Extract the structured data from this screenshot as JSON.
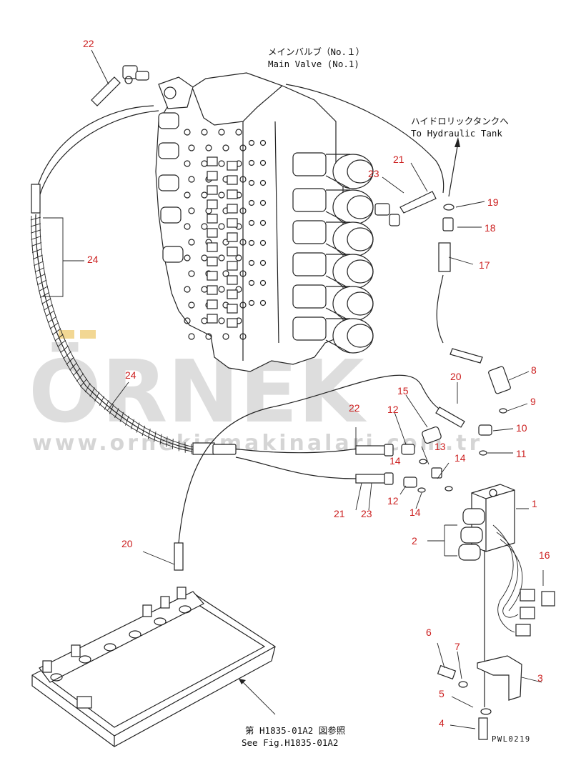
{
  "watermark": {
    "brand": "ÖRNEK",
    "url": "www.ornekismakinalari.com.tr"
  },
  "notes": {
    "main_valve_jp": "メインバルブ（No.１）",
    "main_valve_en": "Main Valve (No.1)",
    "tank_jp": "ハイドロリックタンクへ",
    "tank_en": "To Hydraulic Tank",
    "see_jp": "第 H1835-01A2 図参照",
    "see_en": "See Fig.H1835-01A2",
    "drawing_code": "PWL0219"
  },
  "callouts": {
    "c22a": "22",
    "c24a": "24",
    "c24b": "24",
    "c23a": "23",
    "c21a": "21",
    "c19": "19",
    "c18": "18",
    "c17": "17",
    "c8": "8",
    "c9": "9",
    "c10": "10",
    "c11": "11",
    "c20a": "20",
    "c15": "15",
    "c12a": "12",
    "c13": "13",
    "c14a": "14",
    "c14b": "14",
    "c22b": "22",
    "c12b": "12",
    "c14c": "14",
    "c21b": "21",
    "c23b": "23",
    "c1": "1",
    "c2": "2",
    "c16": "16",
    "c20b": "20",
    "c6": "6",
    "c7": "7",
    "c3": "3",
    "c5": "5",
    "c4": "4"
  }
}
